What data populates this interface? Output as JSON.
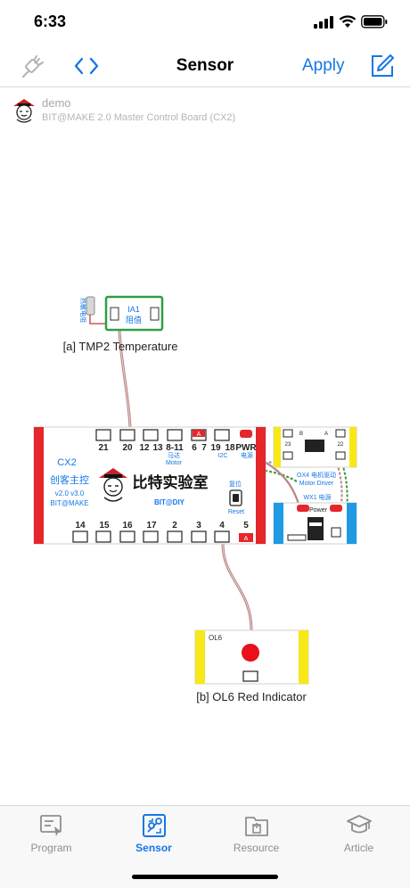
{
  "status_bar": {
    "time": "6:33"
  },
  "nav": {
    "title": "Sensor",
    "apply_label": "Apply"
  },
  "project": {
    "name": "demo",
    "board": "BIT@MAKE 2.0 Master Control Board (CX2)"
  },
  "diagram": {
    "temp_sensor": {
      "caption": "[a] TMP2 Temperature",
      "module_label": "IA1",
      "module_sublabel": "阻值",
      "side_label": "热敏电阻"
    },
    "indicator": {
      "caption": "[b] OL6 Red Indicator",
      "label": "OL6"
    },
    "board": {
      "name": "CX2",
      "cn_name": "创客主控",
      "version": "v2.0 v3.0",
      "brand": "BIT@MAKE",
      "logo_text": "比特实验室",
      "logo_sub": "BIT@DIY",
      "reset_cn": "复位",
      "reset_en": "Reset",
      "motor_cn": "马达",
      "motor_en": "Motor",
      "i2c": "I2C",
      "power_cn": "电源",
      "top_ports": [
        "21",
        "20",
        "12",
        "13",
        "8-11",
        "6",
        "7",
        "19",
        "18",
        "PWR"
      ],
      "bottom_ports": [
        "14",
        "15",
        "16",
        "17",
        "2",
        "3",
        "4",
        "5"
      ],
      "port_a": "A"
    },
    "motor_driver": {
      "label_cn": "OX4 电机驱动",
      "label_en": "Motor Driver",
      "pin_b": "B",
      "pin_a": "A",
      "pin_23": "23",
      "pin_22": "22"
    },
    "power_module": {
      "label": "WX1 电源",
      "power": "Power"
    }
  },
  "tabs": [
    {
      "label": "Program",
      "icon": "program-icon"
    },
    {
      "label": "Sensor",
      "icon": "sensor-icon",
      "active": true
    },
    {
      "label": "Resource",
      "icon": "resource-icon"
    },
    {
      "label": "Article",
      "icon": "article-icon"
    }
  ],
  "colors": {
    "accent": "#1677e6",
    "board_red": "#e5262a",
    "module_yellow": "#f7e81a",
    "module_blue": "#1e9be3",
    "wire_brown": "#b98585",
    "wire_green": "#3a9b3a",
    "indicator_red": "#e8101a"
  }
}
